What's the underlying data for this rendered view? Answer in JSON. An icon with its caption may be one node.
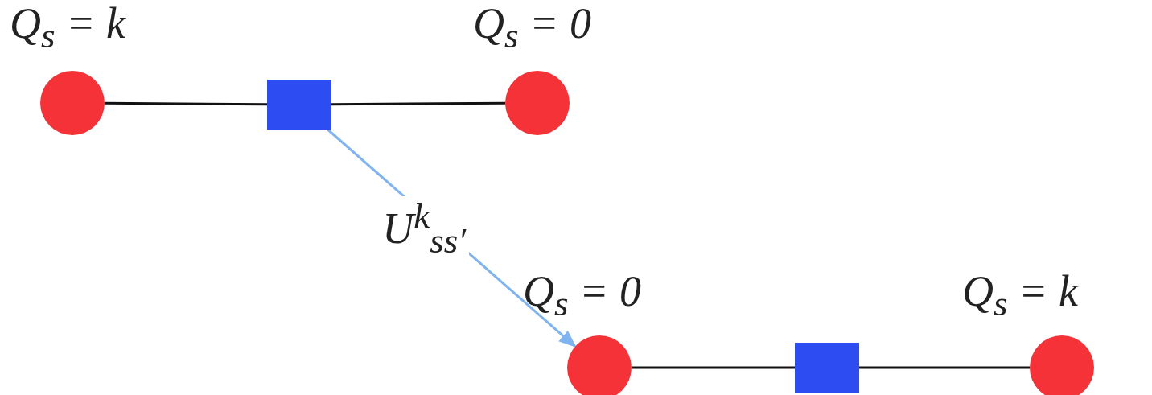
{
  "diagram": {
    "nodes": [
      {
        "text": [],
        "shape": "circle",
        "beside": [
          "Q$_{s}$ = k"
        ]
      },
      {
        "text": [],
        "shape": "box"
      },
      {
        "text": [],
        "shape": "circle",
        "beside": [
          "Q$_{s}$ = 0"
        ]
      },
      {
        "text": [],
        "shape": "circle",
        "beside": [
          "Q$_{s}$ = 0"
        ]
      },
      {
        "text": [],
        "shape": "box"
      },
      {
        "text": [],
        "shape": "circle",
        "beside": [
          "Q$_{s}$ = k"
        ]
      }
    ],
    "edges": [
      {
        "from": 0,
        "to": 1,
        "arrow": "none"
      },
      {
        "from": 1,
        "to": 2,
        "arrow": "none"
      },
      {
        "from": 3,
        "to": 4,
        "arrow": "none"
      },
      {
        "from": 4,
        "to": 5,
        "arrow": "none"
      },
      {
        "from": 1,
        "to": 3,
        "arrow": "to",
        "label": "U$^{k}$$_{ss′}$",
        "color": "#80b4f0"
      }
    ]
  }
}
